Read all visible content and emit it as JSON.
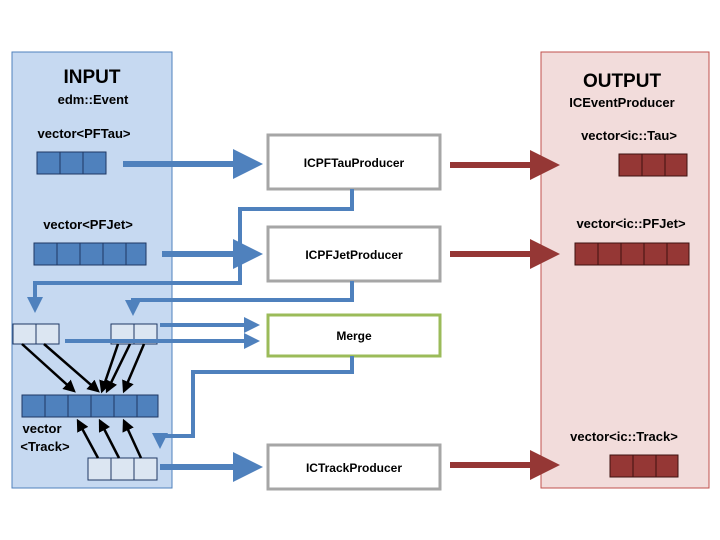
{
  "input": {
    "title": "INPUT",
    "subtitle": "edm::Event",
    "pftau_label": "vector<PFTau>",
    "pfjet_label": "vector<PFJet>",
    "track_label_line1": "vector",
    "track_label_line2": "<Track>"
  },
  "output": {
    "title": "OUTPUT",
    "subtitle": "ICEventProducer",
    "tau_label": "vector<ic::Tau>",
    "pfjet_label": "vector<ic::PFJet>",
    "track_label": "vector<ic::Track>"
  },
  "producers": {
    "pftau": "ICPFTauProducer",
    "pfjet": "ICPFJetProducer",
    "merge": "Merge",
    "track": "ICTrackProducer"
  },
  "colors": {
    "input_panel_fill": "#c6d9f1",
    "input_panel_border": "#4f81bd",
    "output_panel_fill": "#f2dcdb",
    "output_panel_border": "#c0504d",
    "blue_arrow": "#4f81bd",
    "red_arrow": "#953735",
    "producer_border": "#a6a6a6",
    "merge_border": "#9bbb59",
    "blue_cell": "#4f81bd",
    "red_cell": "#953735",
    "light_cell": "#dce6f2"
  }
}
